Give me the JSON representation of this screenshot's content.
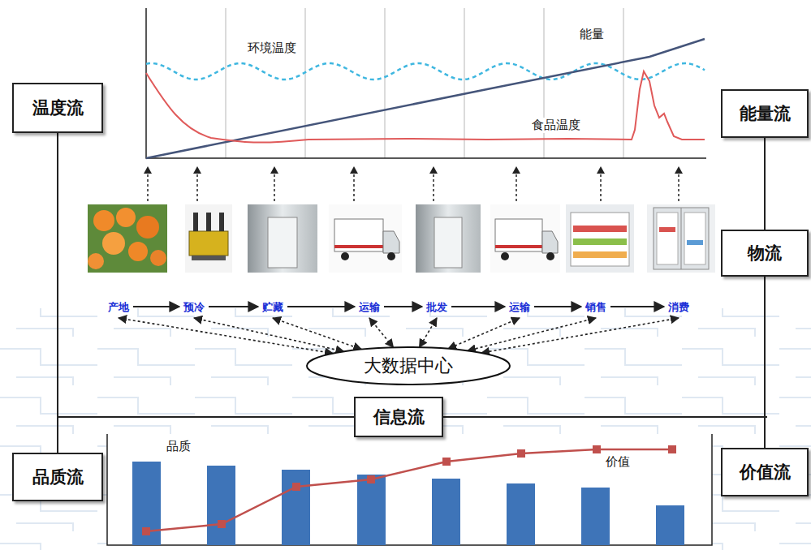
{
  "diagram": {
    "nodes": [
      {
        "text": [
          "温度流"
        ]
      },
      {
        "text": [
          "能量流"
        ]
      },
      {
        "text": [
          "物流"
        ]
      },
      {
        "text": [
          "产地"
        ]
      },
      {
        "text": [
          "预冷"
        ]
      },
      {
        "text": [
          "贮藏"
        ]
      },
      {
        "text": [
          "运输"
        ]
      },
      {
        "text": [
          "批发"
        ]
      },
      {
        "text": [
          "运输"
        ]
      },
      {
        "text": [
          "销售"
        ]
      },
      {
        "text": [
          "消费"
        ]
      },
      {
        "text": [
          "大数据中心"
        ]
      },
      {
        "text": [
          "信息流"
        ]
      },
      {
        "text": [
          "品质流"
        ]
      },
      {
        "text": [
          "价值流"
        ]
      }
    ],
    "edges": [
      {
        "from": 0,
        "to": 13,
        "arrow": "none"
      },
      {
        "from": 1,
        "to": 2,
        "arrow": "none"
      },
      {
        "from": 2,
        "to": 14,
        "arrow": "none"
      },
      {
        "from": 3,
        "to": 4,
        "arrow": "to"
      },
      {
        "from": 4,
        "to": 5,
        "arrow": "to"
      },
      {
        "from": 5,
        "to": 6,
        "arrow": "to"
      },
      {
        "from": 6,
        "to": 7,
        "arrow": "to"
      },
      {
        "from": 7,
        "to": 8,
        "arrow": "to"
      },
      {
        "from": 8,
        "to": 9,
        "arrow": "to"
      },
      {
        "from": 9,
        "to": 10,
        "arrow": "to"
      },
      {
        "from": 3,
        "to": 11,
        "arrow": "both"
      },
      {
        "from": 4,
        "to": 11,
        "arrow": "both"
      },
      {
        "from": 5,
        "to": 11,
        "arrow": "both"
      },
      {
        "from": 6,
        "to": 11,
        "arrow": "both"
      },
      {
        "from": 7,
        "to": 11,
        "arrow": "both"
      },
      {
        "from": 8,
        "to": 11,
        "arrow": "both"
      },
      {
        "from": 9,
        "to": 11,
        "arrow": "both"
      },
      {
        "from": 10,
        "to": 11,
        "arrow": "both"
      }
    ],
    "labels": [
      "环境温度",
      "能量",
      "食品温度",
      "品质",
      "价值"
    ]
  }
}
